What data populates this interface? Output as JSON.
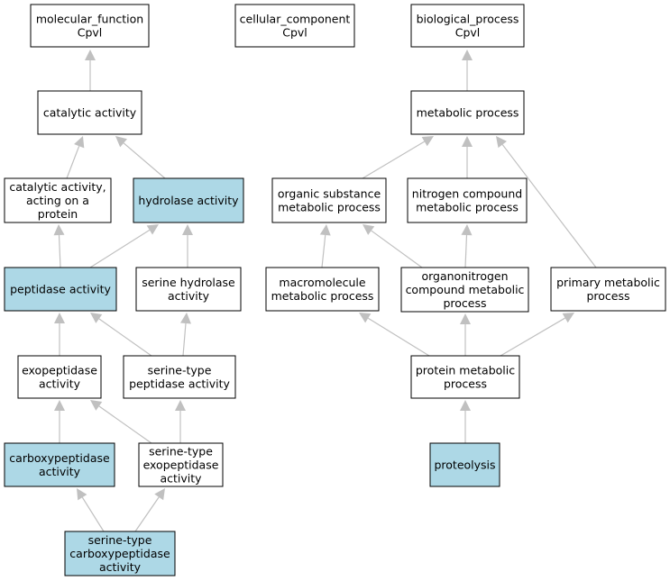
{
  "colors": {
    "highlight": "#add8e6",
    "default": "#ffffff",
    "edge": "#c0c0c0",
    "border": "#000000"
  },
  "nodes": [
    {
      "id": "mf",
      "lines": [
        "molecular_function",
        "Cpvl"
      ],
      "highlight": false
    },
    {
      "id": "cc",
      "lines": [
        "cellular_component",
        "Cpvl"
      ],
      "highlight": false
    },
    {
      "id": "bp",
      "lines": [
        "biological_process",
        "Cpvl"
      ],
      "highlight": false
    },
    {
      "id": "catalytic",
      "lines": [
        "catalytic activity"
      ],
      "highlight": false
    },
    {
      "id": "metabolic",
      "lines": [
        "metabolic process"
      ],
      "highlight": false
    },
    {
      "id": "cat_protein",
      "lines": [
        "catalytic activity,",
        "acting on a",
        "protein"
      ],
      "highlight": false
    },
    {
      "id": "hydrolase",
      "lines": [
        "hydrolase activity"
      ],
      "highlight": true
    },
    {
      "id": "organic",
      "lines": [
        "organic substance",
        "metabolic process"
      ],
      "highlight": false
    },
    {
      "id": "nitrogen",
      "lines": [
        "nitrogen compound",
        "metabolic process"
      ],
      "highlight": false
    },
    {
      "id": "peptidase",
      "lines": [
        "peptidase activity"
      ],
      "highlight": true
    },
    {
      "id": "serine_hydrolase",
      "lines": [
        "serine hydrolase",
        "activity"
      ],
      "highlight": false
    },
    {
      "id": "macromolecule",
      "lines": [
        "macromolecule",
        "metabolic process"
      ],
      "highlight": false
    },
    {
      "id": "organonitrogen",
      "lines": [
        "organonitrogen",
        "compound metabolic",
        "process"
      ],
      "highlight": false
    },
    {
      "id": "primary",
      "lines": [
        "primary metabolic",
        "process"
      ],
      "highlight": false
    },
    {
      "id": "exopeptidase",
      "lines": [
        "exopeptidase",
        "activity"
      ],
      "highlight": false
    },
    {
      "id": "serine_peptidase",
      "lines": [
        "serine-type",
        "peptidase activity"
      ],
      "highlight": false
    },
    {
      "id": "protein_metabolic",
      "lines": [
        "protein metabolic",
        "process"
      ],
      "highlight": false
    },
    {
      "id": "carboxypeptidase",
      "lines": [
        "carboxypeptidase",
        "activity"
      ],
      "highlight": true
    },
    {
      "id": "serine_exopeptidase",
      "lines": [
        "serine-type",
        "exopeptidase",
        "activity"
      ],
      "highlight": false
    },
    {
      "id": "proteolysis",
      "lines": [
        "proteolysis"
      ],
      "highlight": true
    },
    {
      "id": "serine_carboxypeptidase",
      "lines": [
        "serine-type",
        "carboxypeptidase",
        "activity"
      ],
      "highlight": true
    }
  ],
  "edges": [
    {
      "from": "catalytic",
      "to": "mf"
    },
    {
      "from": "metabolic",
      "to": "bp"
    },
    {
      "from": "cat_protein",
      "to": "catalytic"
    },
    {
      "from": "hydrolase",
      "to": "catalytic"
    },
    {
      "from": "organic",
      "to": "metabolic"
    },
    {
      "from": "nitrogen",
      "to": "metabolic"
    },
    {
      "from": "primary",
      "to": "metabolic"
    },
    {
      "from": "peptidase",
      "to": "cat_protein"
    },
    {
      "from": "peptidase",
      "to": "hydrolase"
    },
    {
      "from": "serine_hydrolase",
      "to": "hydrolase"
    },
    {
      "from": "macromolecule",
      "to": "organic"
    },
    {
      "from": "organonitrogen",
      "to": "organic"
    },
    {
      "from": "organonitrogen",
      "to": "nitrogen"
    },
    {
      "from": "exopeptidase",
      "to": "peptidase"
    },
    {
      "from": "serine_peptidase",
      "to": "peptidase"
    },
    {
      "from": "serine_peptidase",
      "to": "serine_hydrolase"
    },
    {
      "from": "protein_metabolic",
      "to": "macromolecule"
    },
    {
      "from": "protein_metabolic",
      "to": "organonitrogen"
    },
    {
      "from": "protein_metabolic",
      "to": "primary"
    },
    {
      "from": "carboxypeptidase",
      "to": "exopeptidase"
    },
    {
      "from": "serine_exopeptidase",
      "to": "exopeptidase"
    },
    {
      "from": "serine_exopeptidase",
      "to": "serine_peptidase"
    },
    {
      "from": "proteolysis",
      "to": "protein_metabolic"
    },
    {
      "from": "serine_carboxypeptidase",
      "to": "carboxypeptidase"
    },
    {
      "from": "serine_carboxypeptidase",
      "to": "serine_exopeptidase"
    }
  ]
}
